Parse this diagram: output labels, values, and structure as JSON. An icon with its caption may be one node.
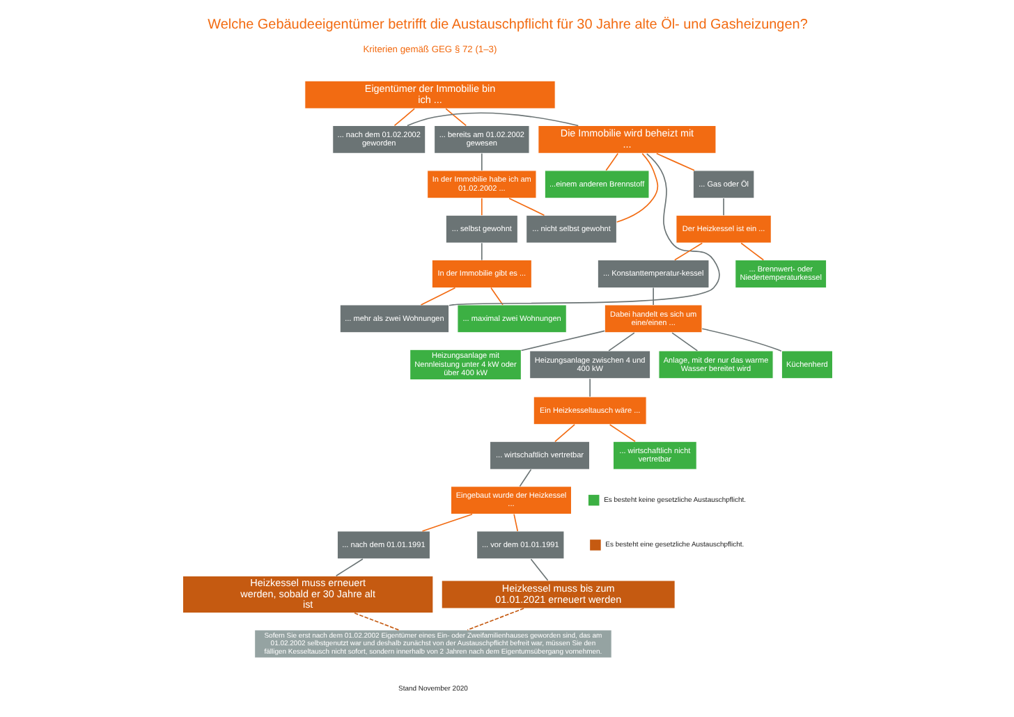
{
  "diagram": {
    "title": "Welche Gebäudeeigentümer betrifft die Austauschpflicht für 30 Jahre alte Öl- und Gasheizungen?",
    "nodes": [
      {
        "text": [
          "Eigentümer der Immobilie bin ich ..."
        ]
      },
      {
        "text": [
          "... bereits am 01.02.2002 gewesen"
        ]
      },
      {
        "text": [
          "... nach dem 01.02.2002 geworden"
        ]
      },
      {
        "text": [
          "Die Immobilie wird beheizt mit ..."
        ]
      },
      {
        "text": [
          "In der Immobilie habe ich am 01.02.2002 ..."
        ]
      },
      {
        "text": [
          "... selbst gewohnt"
        ]
      },
      {
        "text": [
          "... nicht selbst gewohnt"
        ]
      },
      {
        "text": [
          "In der Immobilie gibt es ..."
        ]
      },
      {
        "text": [
          "... maximal zwei Wohnungen"
        ]
      },
      {
        "text": [
          "... mehr als zwei Wohnungen"
        ]
      },
      {
        "text": [
          "... Gas oder Öl"
        ]
      },
      {
        "text": [
          "...einem anderen Brennstoff"
        ]
      },
      {
        "text": [
          "Der Heizkessel ist ein ..."
        ]
      },
      {
        "text": [
          "... Konstanttemperatur-kessel"
        ]
      },
      {
        "text": [
          "... Brennwert- oder Niedertemperaturkessel"
        ]
      },
      {
        "text": [
          "Dabei handelt es sich um eine/einen ..."
        ]
      },
      {
        "text": [
          "Heizungsanlage mit Nennleistung unter 4 kW oder über 400 kW"
        ]
      },
      {
        "text": [
          "Heizungsanlage zwischen 4 und 400 kW"
        ]
      },
      {
        "text": [
          "Anlage, mit der nur das warme Wasser bereitet wird"
        ]
      },
      {
        "text": [
          "Küchenherd"
        ]
      },
      {
        "text": [
          "Ein Heizkesseltausch wäre ..."
        ]
      },
      {
        "text": [
          "... wirtschaftlich vertretbar"
        ]
      },
      {
        "text": [
          "... wirtschaftlich nicht vertretbar"
        ]
      },
      {
        "text": [
          "Eingebaut wurde der Heizkessel ..."
        ]
      },
      {
        "text": [
          "... vor dem 01.01.1991"
        ]
      },
      {
        "text": [
          "... nach dem 01.01.1991"
        ]
      },
      {
        "text": [
          "Heizkessel muss bis zum 01.01.2021 erneuert werden"
        ]
      },
      {
        "text": [
          "Heizkessel muss erneuert werden, sobald er 30 Jahre alt ist"
        ]
      },
      {
        "text": [
          "Sofern Sie erst nach dem 01.02.2002 Eigentümer eines Ein- oder Zweifamilienhauses geworden sind, das am 01.02.2002 selbstgenutzt war und deshalb zunächst von der Austauschpflicht befreit war, müssen Sie den fälligen Kesseltausch nicht sofort, sondern innerhalb von 2 Jahren nach dem Eigentumsübergang vornehmen."
        ]
      }
    ],
    "edges": [
      {
        "from": 0,
        "to": 1,
        "arrow": "none"
      },
      {
        "from": 0,
        "to": 2,
        "arrow": "none"
      },
      {
        "from": 2,
        "to": 3,
        "arrow": "none",
        "color": "#6b7475"
      },
      {
        "from": 1,
        "to": 4,
        "arrow": "none",
        "color": "#6b7475"
      },
      {
        "from": 4,
        "to": 5,
        "arrow": "none"
      },
      {
        "from": 4,
        "to": 6,
        "arrow": "none"
      },
      {
        "from": 6,
        "to": 3,
        "arrow": "none"
      },
      {
        "from": 5,
        "to": 7,
        "arrow": "none",
        "color": "#6b7475"
      },
      {
        "from": 7,
        "to": 8,
        "arrow": "none"
      },
      {
        "from": 7,
        "to": 9,
        "arrow": "none"
      },
      {
        "from": 9,
        "to": 3,
        "arrow": "none",
        "color": "#6b7475"
      },
      {
        "from": 3,
        "to": 10,
        "arrow": "none"
      },
      {
        "from": 3,
        "to": 11,
        "arrow": "none"
      },
      {
        "from": 10,
        "to": 12,
        "arrow": "none",
        "color": "#6b7475"
      },
      {
        "from": 12,
        "to": 13,
        "arrow": "none"
      },
      {
        "from": 12,
        "to": 14,
        "arrow": "none"
      },
      {
        "from": 13,
        "to": 15,
        "arrow": "none",
        "color": "#6b7475"
      },
      {
        "from": 15,
        "to": 16,
        "arrow": "none",
        "color": "#6b7475"
      },
      {
        "from": 15,
        "to": 17,
        "arrow": "none",
        "color": "#6b7475"
      },
      {
        "from": 15,
        "to": 18,
        "arrow": "none",
        "color": "#6b7475"
      },
      {
        "from": 15,
        "to": 19,
        "arrow": "none",
        "color": "#6b7475"
      },
      {
        "from": 17,
        "to": 20,
        "arrow": "none",
        "color": "#6b7475"
      },
      {
        "from": 20,
        "to": 21,
        "arrow": "none"
      },
      {
        "from": 20,
        "to": 22,
        "arrow": "none"
      },
      {
        "from": 21,
        "to": 23,
        "arrow": "none",
        "color": "#6b7475"
      },
      {
        "from": 23,
        "to": 24,
        "arrow": "none"
      },
      {
        "from": 23,
        "to": 25,
        "arrow": "none"
      },
      {
        "from": 24,
        "to": 26,
        "arrow": "none",
        "color": "#6b7475"
      },
      {
        "from": 25,
        "to": 27,
        "arrow": "none",
        "color": "#6b7475"
      },
      {
        "from": 26,
        "to": 28,
        "arrow": "none",
        "style": "dashed",
        "color": "#c55a11"
      },
      {
        "from": 27,
        "to": 28,
        "arrow": "none",
        "style": "dashed",
        "color": "#c55a11"
      }
    ],
    "labels": [
      "Kriterien gemäß GEG § 72 (1–3)",
      "Stand November 2020"
    ],
    "legend": [
      {
        "text": "Es besteht keine gesetzliche Austauschpflicht.",
        "color": "#3cb043"
      },
      {
        "text": "Es besteht eine gesetzliche Austauschpflicht.",
        "color": "#c55a11"
      }
    ]
  }
}
